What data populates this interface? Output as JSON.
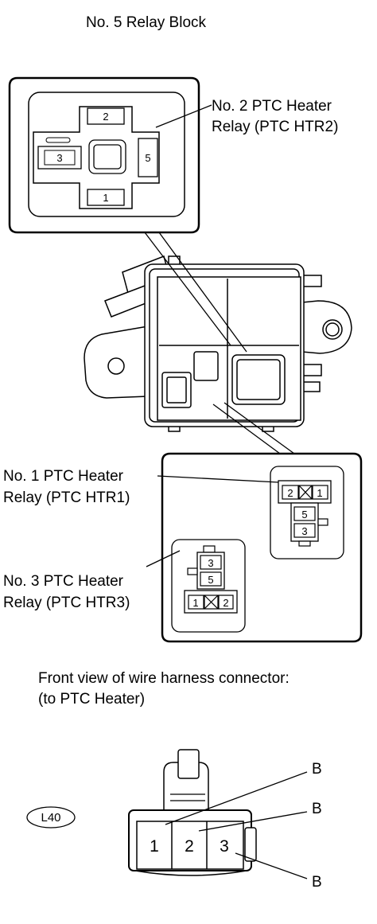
{
  "title": "No. 5 Relay Block",
  "relay2": {
    "label_line1": "No. 2 PTC Heater",
    "label_line2": "Relay (PTC HTR2)",
    "pins": [
      "2",
      "3",
      "5",
      "1"
    ]
  },
  "relay1": {
    "label_line1": "No. 1 PTC Heater",
    "label_line2": "Relay (PTC HTR1)",
    "pins": [
      "2",
      "1",
      "5",
      "3"
    ]
  },
  "relay3": {
    "label_line1": "No. 3 PTC Heater",
    "label_line2": "Relay (PTC HTR3)",
    "pins": [
      "3",
      "5",
      "1",
      "2"
    ]
  },
  "connector": {
    "caption_line1": "Front view of wire harness connector:",
    "caption_line2": "(to PTC Heater)",
    "code": "L40",
    "pins": [
      "1",
      "2",
      "3"
    ],
    "wire_colors": [
      "B",
      "B",
      "B"
    ]
  }
}
